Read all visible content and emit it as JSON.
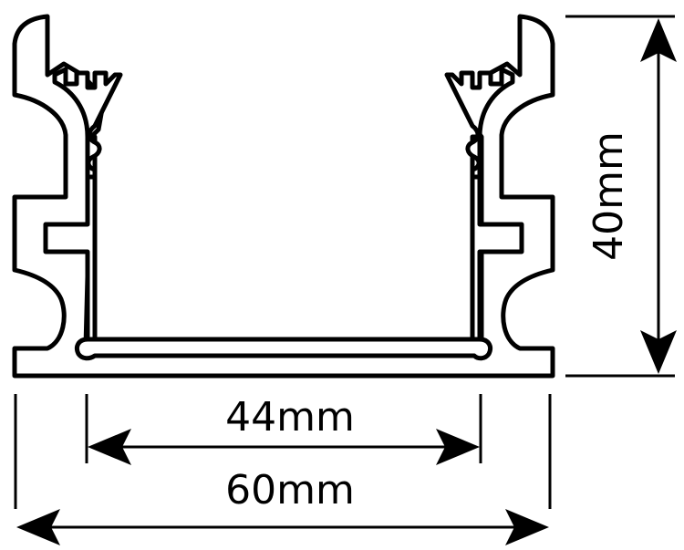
{
  "dimensions": {
    "inner_width": {
      "label": "44mm",
      "value": 44,
      "unit": "mm"
    },
    "outer_width": {
      "label": "60mm",
      "value": 60,
      "unit": "mm"
    },
    "height": {
      "label": "40mm",
      "value": 40,
      "unit": "mm"
    }
  },
  "colors": {
    "line": "#000000",
    "background": "#ffffff"
  }
}
